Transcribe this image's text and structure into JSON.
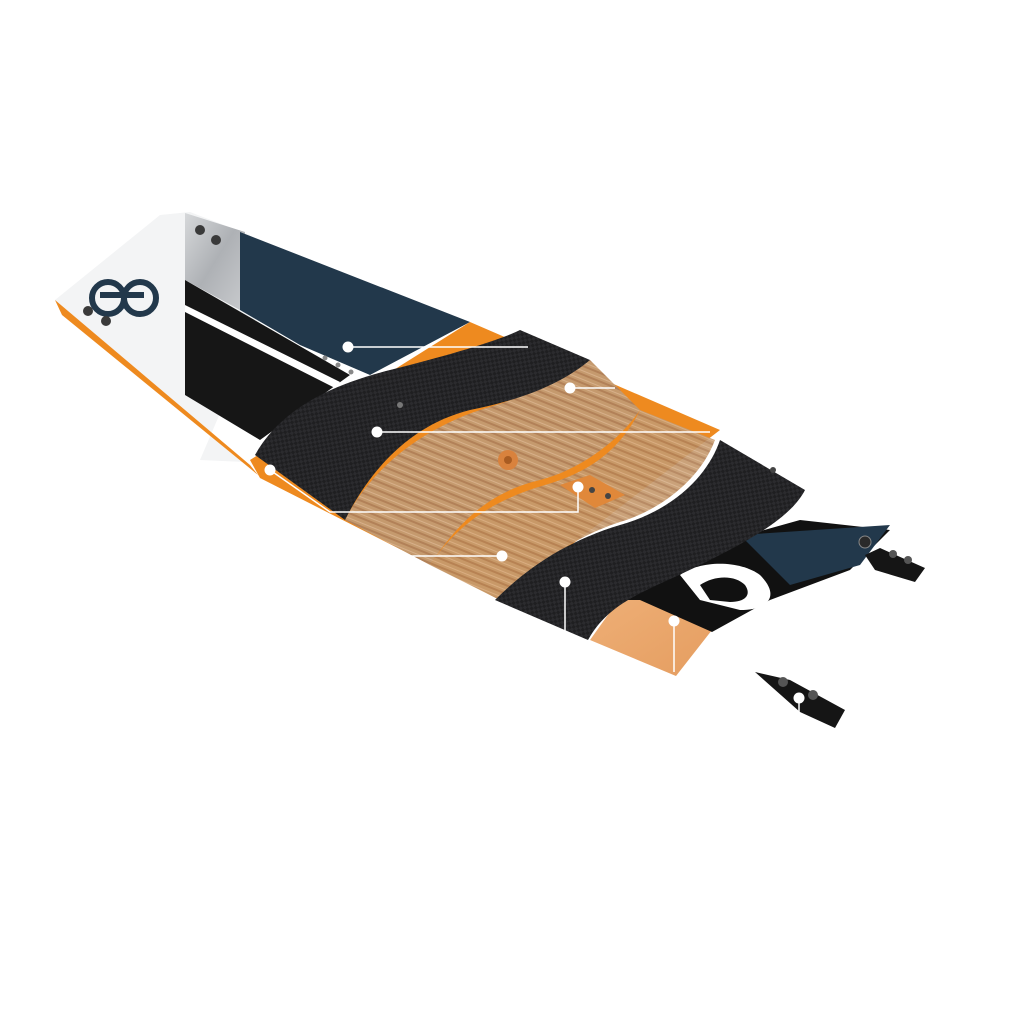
{
  "scene": {
    "background": "#ffffff",
    "subject": "kiteboard-exploded-layers",
    "hotspot_count": 10
  },
  "colors": {
    "navy": "#22384b",
    "white_top": "#f3f4f5",
    "orange_rail": "#ee8a1f",
    "carbon": "#1c1c1e",
    "wood_light": "#c89a6d",
    "wood_dark": "#a6744a",
    "paulownia": "#e8a56d",
    "fin_black": "#151515"
  },
  "icons": {
    "logo": "brand-logo-icon",
    "hotspot": "hotspot-dot-icon",
    "insert": "insert-screw-icon"
  },
  "layers": [
    "top-sheet",
    "carbon-reinforcement",
    "wood-core",
    "orange-rail",
    "paulownia-base",
    "fins"
  ]
}
